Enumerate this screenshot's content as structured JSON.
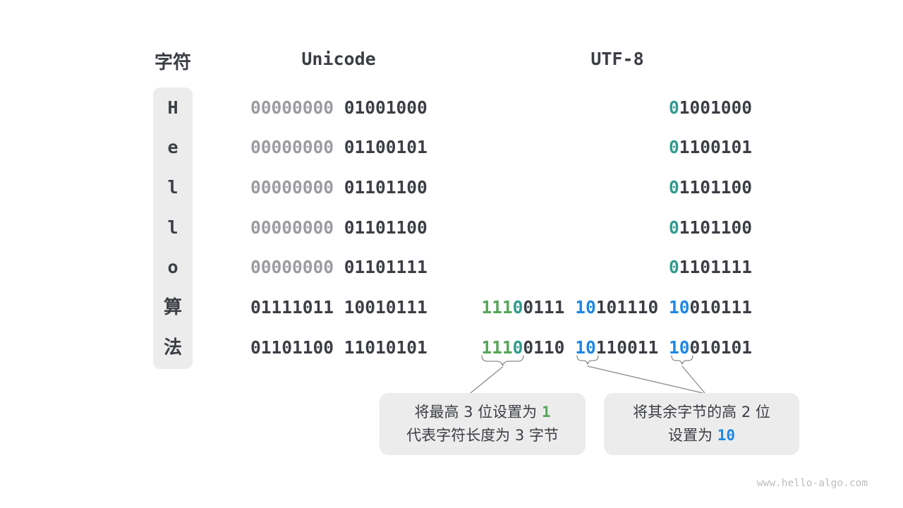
{
  "colors": {
    "dark": "#3b3e44",
    "gray": "#9b9ba0",
    "teal": "#2f9c8e",
    "green": "#57a55a",
    "blue": "#1e88e5",
    "line": "#8c8c8c",
    "panel": "#ececec",
    "watermark": "#bdbdbd"
  },
  "header": {
    "char": "字符",
    "unicode": "Unicode",
    "utf8": "UTF-8"
  },
  "rows": [
    {
      "char": "H",
      "unicode": [
        {
          "text": "00000000",
          "color": "gray"
        },
        {
          "text": " 01001000",
          "color": "dark"
        }
      ],
      "utf8": [
        {
          "text": "0",
          "color": "teal"
        },
        {
          "text": "1001000",
          "color": "dark"
        }
      ]
    },
    {
      "char": "e",
      "unicode": [
        {
          "text": "00000000",
          "color": "gray"
        },
        {
          "text": " 01100101",
          "color": "dark"
        }
      ],
      "utf8": [
        {
          "text": "0",
          "color": "teal"
        },
        {
          "text": "1100101",
          "color": "dark"
        }
      ]
    },
    {
      "char": "l",
      "unicode": [
        {
          "text": "00000000",
          "color": "gray"
        },
        {
          "text": " 01101100",
          "color": "dark"
        }
      ],
      "utf8": [
        {
          "text": "0",
          "color": "teal"
        },
        {
          "text": "1101100",
          "color": "dark"
        }
      ]
    },
    {
      "char": "l",
      "unicode": [
        {
          "text": "00000000",
          "color": "gray"
        },
        {
          "text": " 01101100",
          "color": "dark"
        }
      ],
      "utf8": [
        {
          "text": "0",
          "color": "teal"
        },
        {
          "text": "1101100",
          "color": "dark"
        }
      ]
    },
    {
      "char": "o",
      "unicode": [
        {
          "text": "00000000",
          "color": "gray"
        },
        {
          "text": " 01101111",
          "color": "dark"
        }
      ],
      "utf8": [
        {
          "text": "0",
          "color": "teal"
        },
        {
          "text": "1101111",
          "color": "dark"
        }
      ]
    },
    {
      "char": "算",
      "unicode": [
        {
          "text": "01111011 10010111",
          "color": "dark"
        }
      ],
      "utf8": [
        {
          "text": "111",
          "color": "green"
        },
        {
          "text": "0",
          "color": "teal"
        },
        {
          "text": "0111 ",
          "color": "dark"
        },
        {
          "text": "10",
          "color": "blue"
        },
        {
          "text": "101110 ",
          "color": "dark"
        },
        {
          "text": "10",
          "color": "blue"
        },
        {
          "text": "010111",
          "color": "dark"
        }
      ]
    },
    {
      "char": "法",
      "unicode": [
        {
          "text": "01101100 11010101",
          "color": "dark"
        }
      ],
      "utf8": [
        {
          "text": "111",
          "color": "green"
        },
        {
          "text": "0",
          "color": "teal"
        },
        {
          "text": "0110 ",
          "color": "dark"
        },
        {
          "text": "10",
          "color": "blue"
        },
        {
          "text": "110011 ",
          "color": "dark"
        },
        {
          "text": "10",
          "color": "blue"
        },
        {
          "text": "010101",
          "color": "dark"
        }
      ]
    }
  ],
  "callouts": {
    "left": {
      "line1": [
        {
          "text": "将最高 3 位设置为 ",
          "color": "dark"
        },
        {
          "text": "1",
          "color": "green",
          "mono": true
        }
      ],
      "line2": [
        {
          "text": "代表字符长度为 3 字节",
          "color": "dark"
        }
      ]
    },
    "right": {
      "line1": [
        {
          "text": "将其余字节的高 2 位",
          "color": "dark"
        }
      ],
      "line2": [
        {
          "text": "设置为 ",
          "color": "dark"
        },
        {
          "text": "10",
          "color": "blue",
          "mono": true
        }
      ]
    }
  },
  "watermark": "www.hello-algo.com"
}
